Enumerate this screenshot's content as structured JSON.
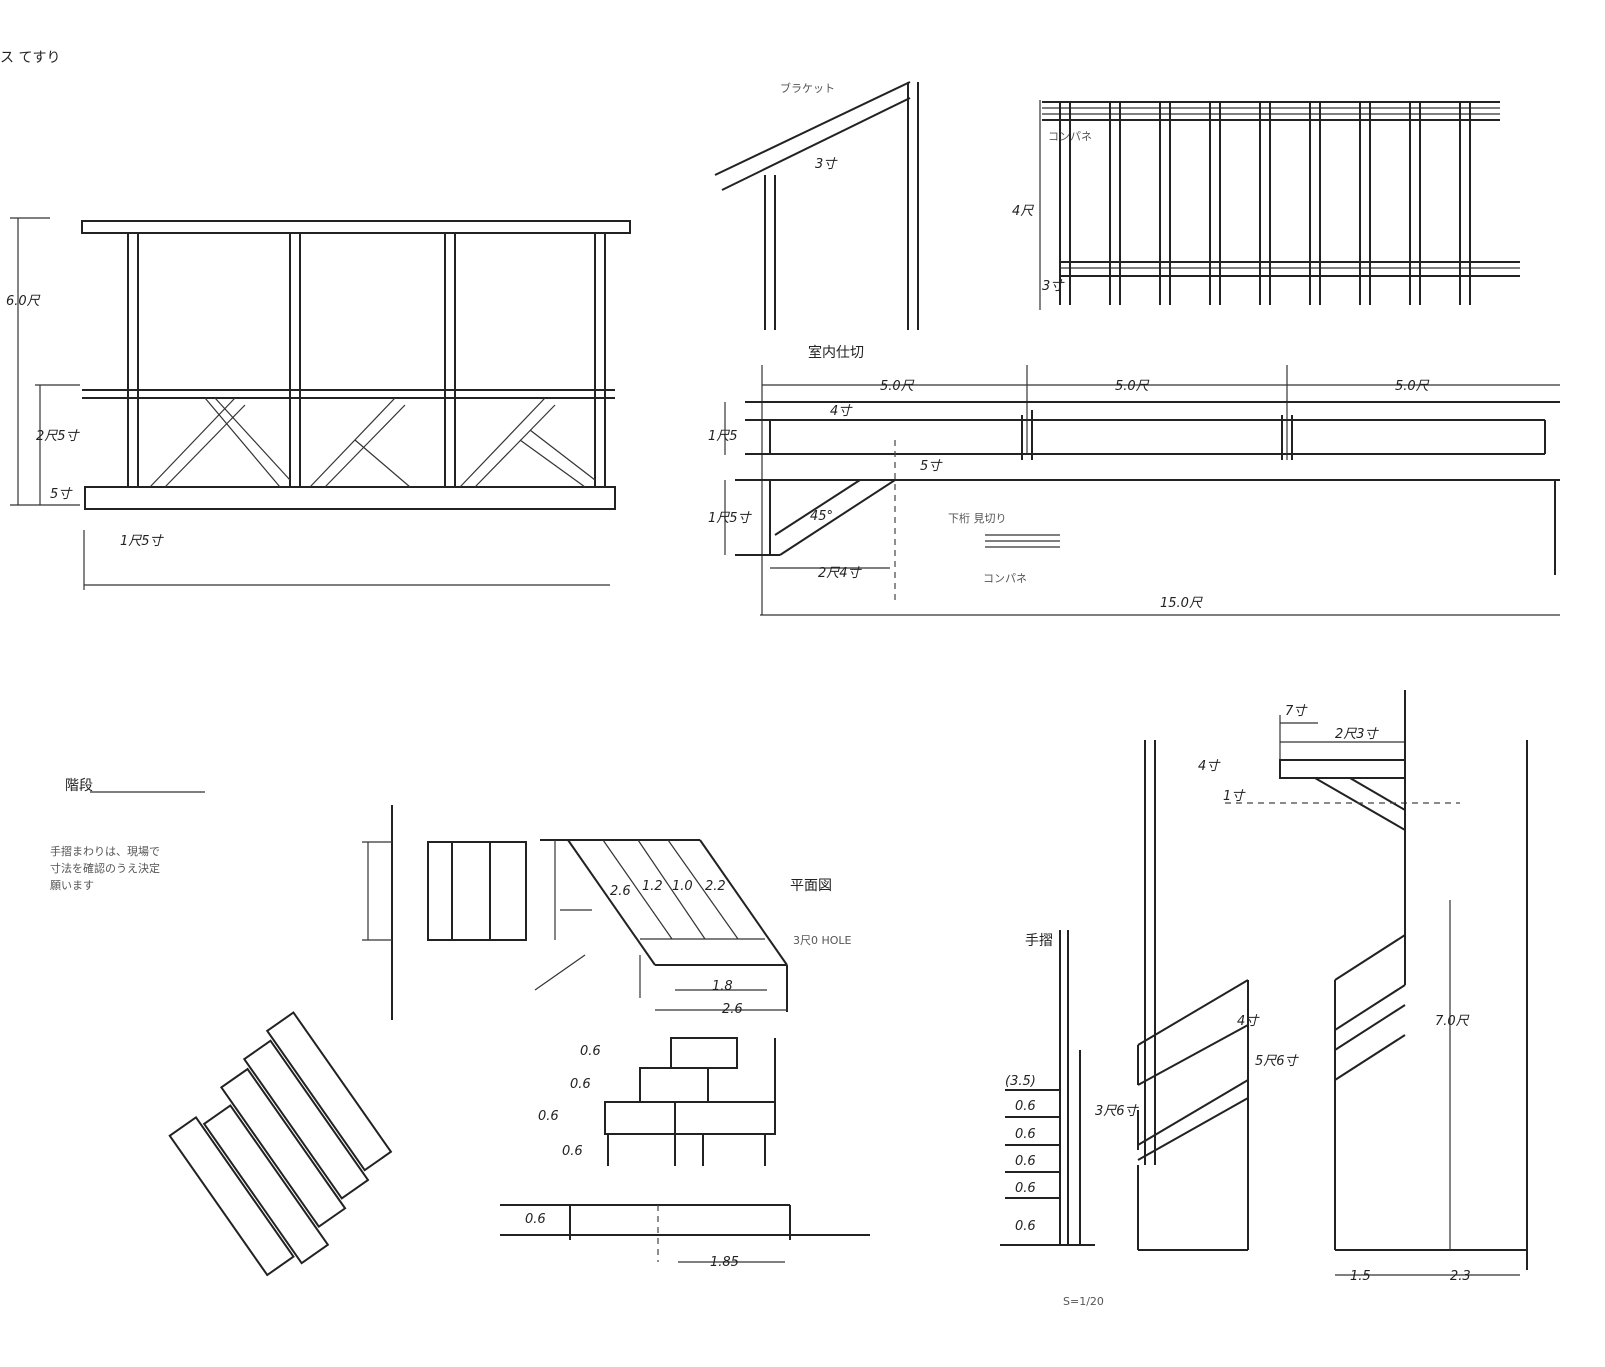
{
  "title": "ス てすり",
  "railing_elevation": {
    "height": "6.0尺",
    "lower_height": "2尺5寸",
    "base": "5寸",
    "post": "1尺5寸"
  },
  "rail_section": {
    "dim": "3寸",
    "top_label": "ブラケット"
  },
  "rail_front": {
    "panel": "コンパネ",
    "height": "4尺",
    "bottom": "3寸"
  },
  "partition": {
    "title": "室内仕切",
    "spans": [
      "5.0尺",
      "5.0尺",
      "5.0尺"
    ],
    "top_gap": "4寸",
    "mid_gap": "5寸",
    "upper_height": "1尺5",
    "lower_height": "1尺5寸",
    "angle": "45°",
    "brace": "2尺4寸",
    "sill": "下桁 見切り",
    "panel": "コンパネ",
    "total": "15.0尺"
  },
  "stairs": {
    "title": "階段",
    "note": [
      "手摺まわりは、現場で",
      "寸法を確認のうえ決定",
      "願います"
    ],
    "plan_label": "平面図",
    "hole_label": "3尺0 HOLE",
    "plan_dims": [
      "2.6",
      "1.2",
      "1.0",
      "2.2"
    ],
    "plan_width": "1.8",
    "plan_total": "2.6",
    "riser_dims": [
      "0.6",
      "0.6",
      "0.6",
      "0.6"
    ],
    "bottom_dim": "0.6",
    "bottom_width": "1.85"
  },
  "stair_rail": {
    "top_offset": "7寸",
    "top_width": "2尺3寸",
    "bracket_height": "4寸",
    "bracket_gap": "1寸",
    "rail_label": "手摺",
    "side_dims": [
      "(3.5)",
      "0.6",
      "0.6",
      "0.6",
      "0.6",
      "0.6"
    ],
    "rail_size": "4寸",
    "post_height": "3尺6寸",
    "newel_height": "5尺6寸",
    "total_height": "7.0尺",
    "bottom_dims": [
      "1.5",
      "2.3"
    ],
    "scale": "S=1/20"
  }
}
